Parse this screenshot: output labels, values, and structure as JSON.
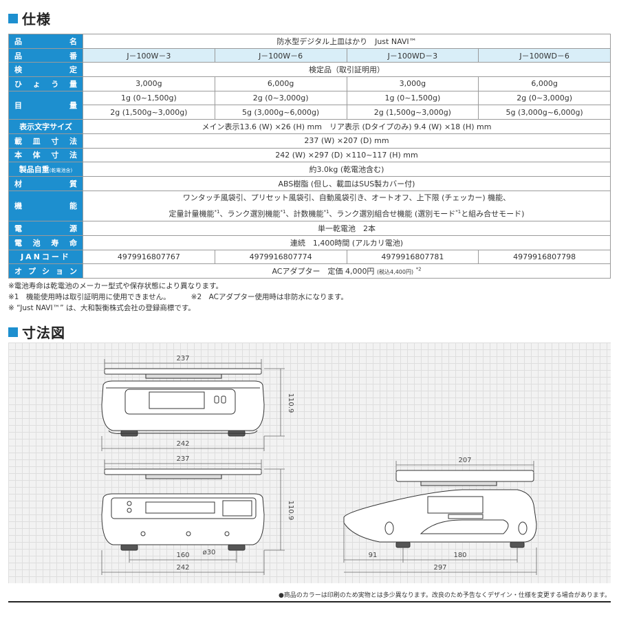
{
  "spec_section": {
    "title": "仕様"
  },
  "dim_section": {
    "title": "寸法図"
  },
  "labels": {
    "name": [
      "品",
      "名"
    ],
    "model": [
      "品",
      "番"
    ],
    "cert": [
      "検",
      "定"
    ],
    "capacity": [
      "ひ",
      "ょ",
      "う",
      "量"
    ],
    "division": [
      "目",
      "量"
    ],
    "display_size": "表示文字サイズ",
    "pan_size": [
      "載",
      "皿",
      "寸",
      "法"
    ],
    "body_size": [
      "本",
      "体",
      "寸",
      "法"
    ],
    "weight_main": "製品自重",
    "weight_sub": "(乾電池含)",
    "material": [
      "材",
      "質"
    ],
    "function": [
      "機",
      "能"
    ],
    "power": [
      "電",
      "源"
    ],
    "battery_life": [
      "電",
      "池",
      "寿",
      "命"
    ],
    "jan": "JANコード",
    "option": [
      "オ",
      "プ",
      "シ",
      "ョ",
      "ン"
    ]
  },
  "product_name": "防水型デジタル上皿はかり　Just NAVI™",
  "models": [
    "J－100W－3",
    "J－100W－6",
    "J－100WD－3",
    "J－100WD－6"
  ],
  "certification": "検定品（取引証明用）",
  "capacities": [
    "3,000g",
    "6,000g",
    "3,000g",
    "6,000g"
  ],
  "divisions_row1": [
    "1g (0~1,500g)",
    "2g (0~3,000g)",
    "1g (0~1,500g)",
    "2g (0~3,000g)"
  ],
  "divisions_row2": [
    "2g (1,500g~3,000g)",
    "5g (3,000g~6,000g)",
    "2g (1,500g~3,000g)",
    "5g (3,000g~6,000g)"
  ],
  "display_size": "メイン表示13.6 (W) ×26 (H) mm　リア表示 (Dタイプのみ) 9.4 (W) ×18 (H) mm",
  "pan_size": "237 (W) ×207 (D) mm",
  "body_size": "242 (W) ×297 (D) ×110~117 (H) mm",
  "weight": "約3.0kg (乾電池含む)",
  "material": "ABS樹脂 (但し、載皿はSUS製カバー付)",
  "function_line1": "ワンタッチ風袋引、プリセット風袋引、自動風袋引き、オートオフ、上下限 (チェッカー) 機能、",
  "function_line2": {
    "a": "定量計量機能",
    "sup1": "*1",
    "b": "、ランク選別機能",
    "sup2": "*1",
    "c": "、計数機能",
    "sup3": "*1",
    "d": "、ランク選別組合せ機能 (選別モード",
    "sup4": "*1",
    "e": "と組み合せモード)"
  },
  "power": "単一乾電池　2本",
  "battery_life": "連続　1,400時間 (アルカリ電池)",
  "jan_codes": [
    "4979916807767",
    "4979916807774",
    "4979916807781",
    "4979916807798"
  ],
  "option": {
    "main": "ACアダプター　定価 4,000円",
    "tax": "(税込4,400円)",
    "sup": "*2"
  },
  "notes": {
    "n1": "※電池寿命は乾電池のメーカー型式や保存状態により異なります。",
    "n2a": "※1　機能使用時は取引証明用に使用できません。",
    "n2b": "※2　ACアダプター使用時は非防水になります。",
    "n3": "※ “Just NAVI™” は、大和製衡株式会社の登録商標です。"
  },
  "dimensions": {
    "front_top_width": "237",
    "front_height": "110.9",
    "front_bottom_width": "242",
    "rear_top_width": "237",
    "rear_height": "110.9",
    "rear_foot_spacing": "160",
    "rear_hole": "ø30",
    "rear_bottom_width": "242",
    "side_top_width": "207",
    "side_foot_front": "91",
    "side_foot_spacing": "180",
    "side_depth": "297"
  },
  "footer": "●商品のカラーは印刷のため実物とは多少異なります。改良のため予告なくデザイン・仕様を変更する場合があります。",
  "colors": {
    "accent": "#1d8fcf",
    "model_row": "#d9eef8"
  }
}
